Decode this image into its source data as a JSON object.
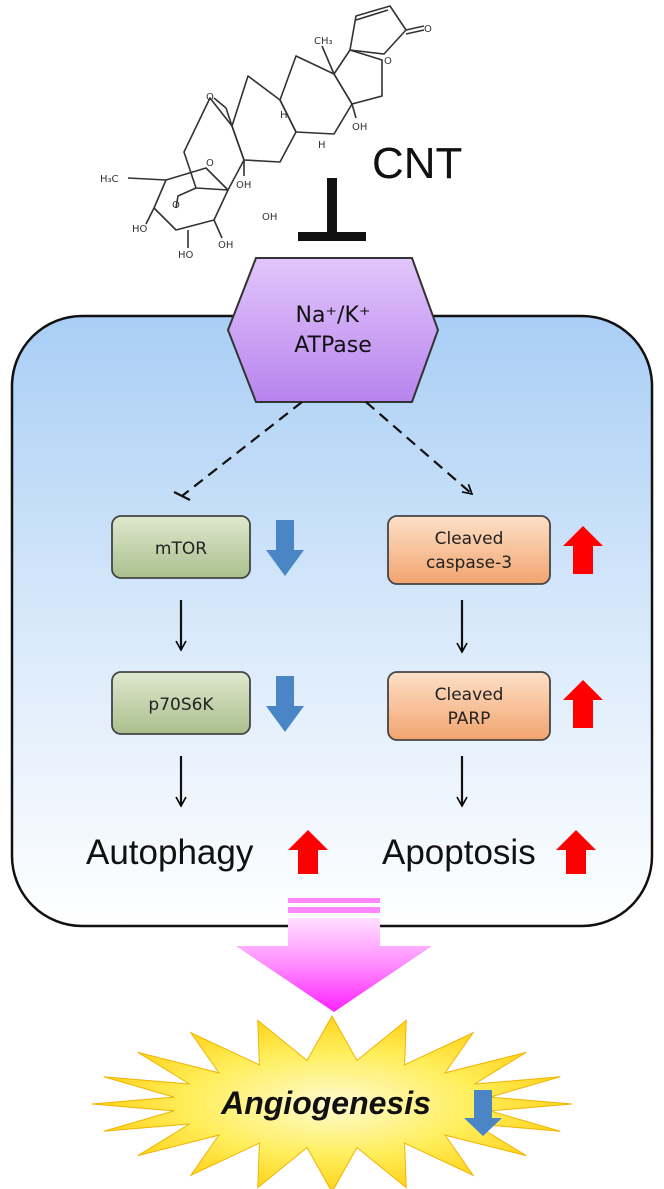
{
  "compound": {
    "name": "CNT",
    "labels": {
      "ketone_o": "O",
      "ring_o": "O",
      "ring_o2": "O",
      "lactone_o": "O",
      "lactone_o2": "O",
      "ch3": "CH₃",
      "h1": "H",
      "h2": "H",
      "oh1": "OH",
      "oh2": "OH",
      "h3c": "H₃C",
      "ho1": "HO",
      "ho2": "HO",
      "oh3": "OH",
      "oh4": "OH"
    }
  },
  "pump": {
    "line1": "Na⁺/K⁺",
    "line2": "ATPase"
  },
  "left_pathway": {
    "box1": "mTOR",
    "box2": "p70S6K",
    "outcome": "Autophagy"
  },
  "right_pathway": {
    "box1_line1": "Cleaved",
    "box1_line2": "caspase-3",
    "box2_line1": "Cleaved",
    "box2_line2": "PARP",
    "outcome": "Apoptosis"
  },
  "result": {
    "label": "Angiogenesis"
  },
  "colors": {
    "up_arrow": "#ff0000",
    "down_arrow": "#4a86c5",
    "pump_fill": "#c79bf2",
    "green_box": "#bfcfa6",
    "orange_box": "#f5b98e",
    "cell_top": "#a9cef5",
    "star_fill": "#ffe23a",
    "big_arrow": "#ff33ff"
  }
}
